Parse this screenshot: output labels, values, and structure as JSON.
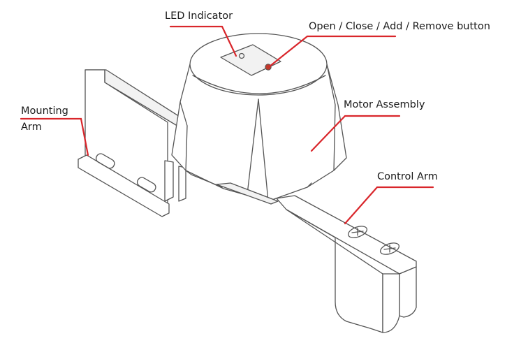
{
  "labels": {
    "led_indicator": "LED Indicator",
    "button": "Open / Close / Add / Remove button",
    "motor_assembly": "Motor Assembly",
    "control_arm": "Control Arm",
    "mounting_arm_line1": "Mounting",
    "mounting_arm_line2": "Arm"
  },
  "colors": {
    "leader_line": "#d9262b",
    "led_dot": "#c0392b",
    "outline": "#555555"
  }
}
